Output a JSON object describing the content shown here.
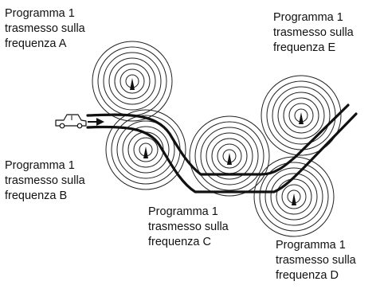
{
  "colors": {
    "ink": "#111111",
    "ring": "#222222",
    "background": "#ffffff"
  },
  "icons": {
    "vehicle": "car-icon",
    "direction": "arrow-right-icon",
    "transmitter": "antenna-icon"
  },
  "transmitters": [
    {
      "id": "A",
      "label_lines": [
        "Programma 1",
        "trasmesso sulla",
        "frequenza A"
      ]
    },
    {
      "id": "B",
      "label_lines": [
        "Programma 1",
        "trasmesso sulla",
        "frequenza B"
      ]
    },
    {
      "id": "C",
      "label_lines": [
        "Programma 1",
        "trasmesso sulla",
        "frequenza C"
      ]
    },
    {
      "id": "D",
      "label_lines": [
        "Programma 1",
        "trasmesso sulla",
        "frequenza D"
      ]
    },
    {
      "id": "E",
      "label_lines": [
        "Programma 1",
        "trasmesso sulla",
        "frequenza E"
      ]
    }
  ]
}
